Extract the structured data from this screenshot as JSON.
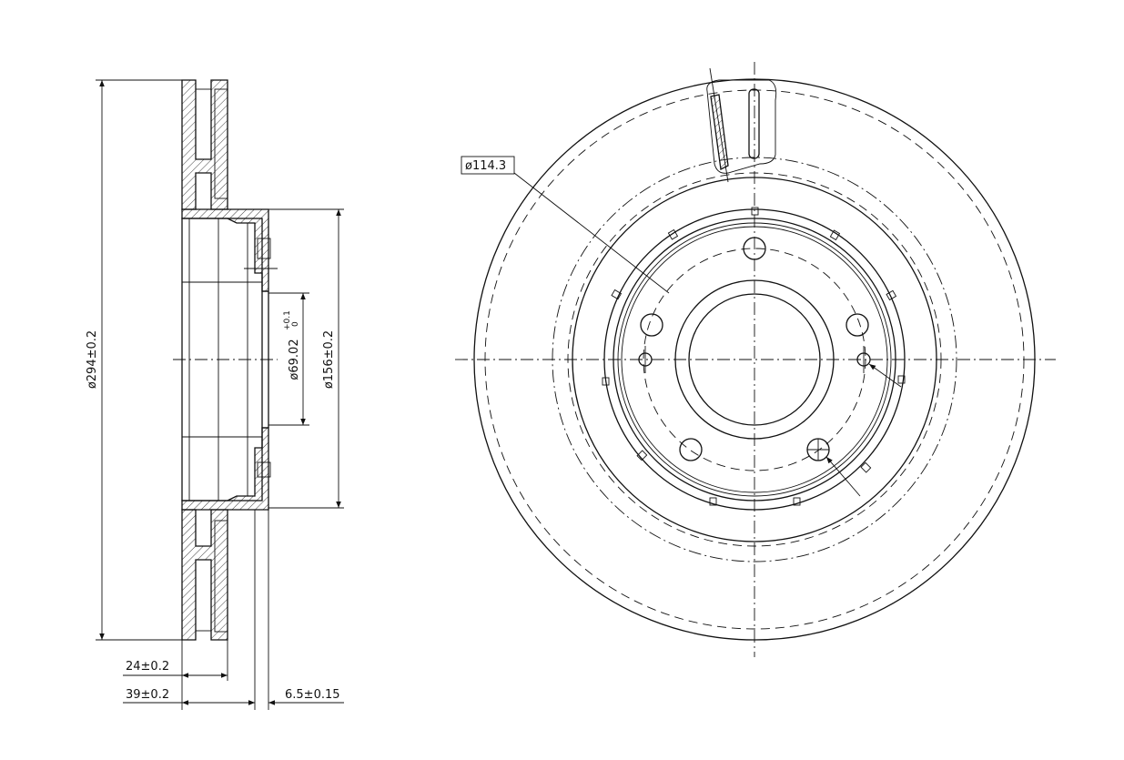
{
  "dimensions": {
    "outer_diameter": "ø294±0.2",
    "hat_diameter": "ø156±0.2",
    "center_bore_diameter": "ø69.02",
    "center_bore_tol_upper": "+0.1",
    "center_bore_tol_lower": "0",
    "pcd": "ø114.3",
    "thickness": "24±0.2",
    "total_height": "39±0.2",
    "hat_thickness": "6.5±0.15"
  }
}
